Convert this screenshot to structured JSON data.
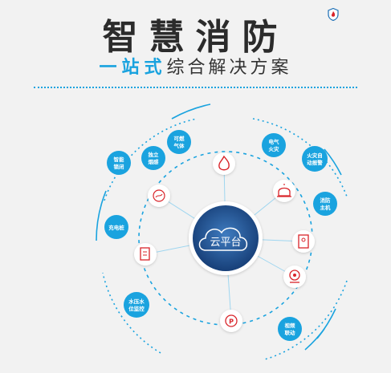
{
  "header": {
    "title": "智慧消防",
    "subtitle_highlight": "一站式",
    "subtitle_rest": "综合解决方案"
  },
  "center": {
    "label": "云平台"
  },
  "nodes": [
    {
      "name": "smart-lock",
      "lines": [
        "智能",
        "锁闭"
      ]
    },
    {
      "name": "standalone-smoke",
      "lines": [
        "独立",
        "烟感"
      ]
    },
    {
      "name": "combustible-gas",
      "lines": [
        "可燃",
        "气体"
      ]
    },
    {
      "name": "electrical-fire",
      "lines": [
        "电气",
        "火灾"
      ]
    },
    {
      "name": "fire-alarm",
      "lines": [
        "火灾自",
        "动报警"
      ]
    },
    {
      "name": "fire-host",
      "lines": [
        "消防",
        "主机"
      ]
    },
    {
      "name": "charging-pile",
      "lines": [
        "充电桩"
      ]
    },
    {
      "name": "water-pressure",
      "lines": [
        "水压水",
        "位监控"
      ]
    },
    {
      "name": "video-linkage",
      "lines": [
        "视频",
        "联动"
      ]
    }
  ],
  "colors": {
    "accent": "#1aa3df",
    "center": "#1c4f8f",
    "icon": "#d9242a"
  }
}
